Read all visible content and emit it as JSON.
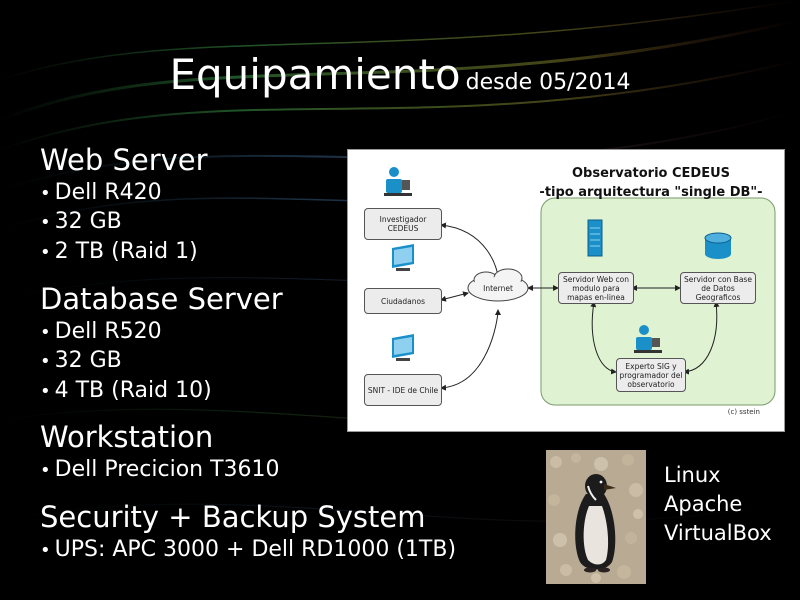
{
  "slide": {
    "title": "Equipamiento",
    "title_suffix": "desde 05/2014"
  },
  "sections": {
    "web_server": {
      "heading": "Web Server",
      "items": [
        "Dell R420",
        "32 GB",
        "2 TB (Raid 1)"
      ]
    },
    "database_server": {
      "heading": "Database Server",
      "items": [
        "Dell R520",
        "32 GB",
        "4 TB (Raid 10)"
      ]
    },
    "workstation": {
      "heading": "Workstation",
      "items": [
        "Dell Precicion T3610"
      ]
    },
    "security": {
      "heading": "Security + Backup System",
      "items": [
        "UPS: APC 3000 + Dell RD1000 (1TB)"
      ]
    }
  },
  "diagram": {
    "title_line1": "Observatorio CEDEUS",
    "title_line2": "-tipo arquitectura \"single DB\"-",
    "nodes": {
      "investigador": "Investigador CEDEUS",
      "ciudadanos": "Ciudadanos",
      "snit": "SNIT - IDE de Chile",
      "internet": "Internet",
      "servidor_web": "Servidor Web con modulo para mapas en-linea",
      "servidor_db": "Servidor con Base de Datos Geograficos",
      "experto": "Experto SIG y programador del observatorio"
    },
    "credit": "(c) sstein"
  },
  "software": [
    "Linux",
    "Apache",
    "VirtualBox"
  ],
  "colors": {
    "background": "#000000",
    "text": "#ffffff",
    "diagram_region": "#dff3d2",
    "diagram_icon": "#1a8fc8"
  }
}
